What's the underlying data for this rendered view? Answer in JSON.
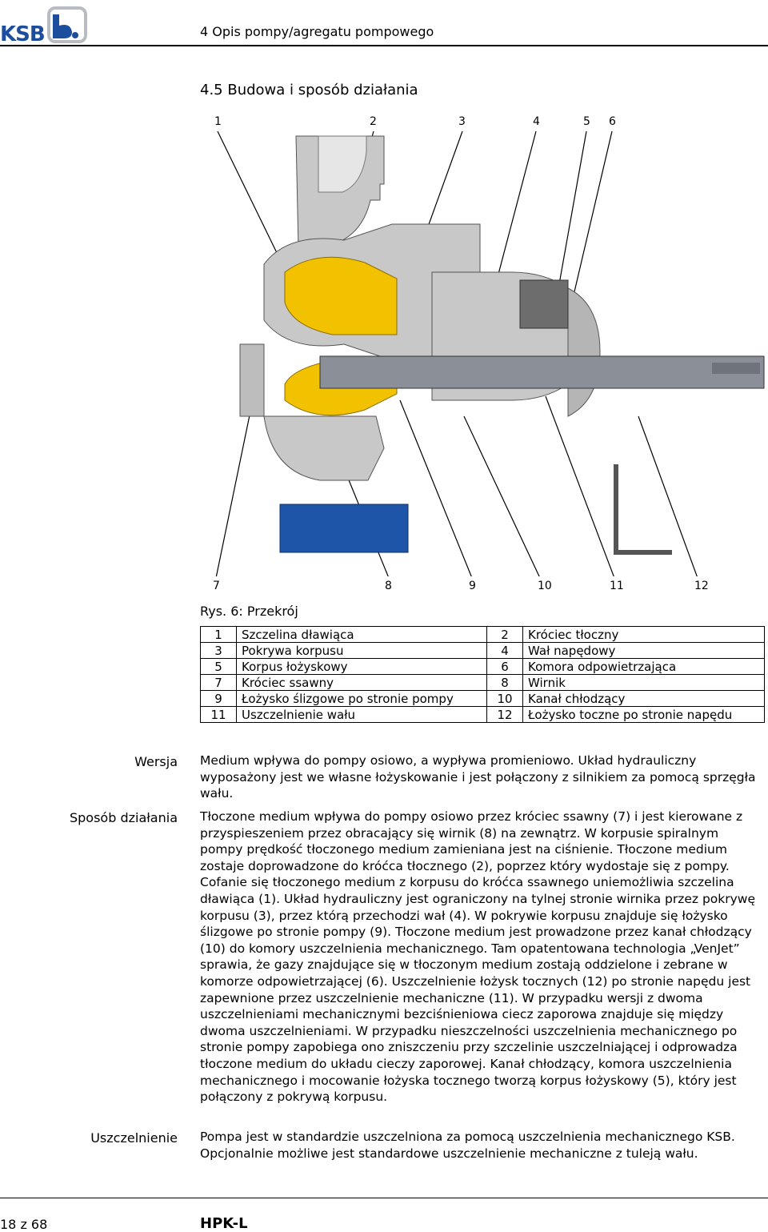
{
  "header": {
    "brand": "KSB",
    "title": "4 Opis pompy/agregatu pompowego"
  },
  "section_title": "4.5  Budowa i sposób działania",
  "figure": {
    "callouts_top": [
      "1",
      "2",
      "3",
      "4",
      "5",
      "6"
    ],
    "callouts_bottom": [
      "7",
      "8",
      "9",
      "10",
      "11",
      "12"
    ],
    "caption": "Rys. 6: Przekrój",
    "colors": {
      "impeller": "#f2c200",
      "casing": "#c8c8c8",
      "base": "#1f55a8",
      "shaft": "#8a8f98"
    }
  },
  "legend": [
    {
      "n1": "1",
      "t1": "Szczelina dławiąca",
      "n2": "2",
      "t2": "Króciec tłoczny"
    },
    {
      "n1": "3",
      "t1": "Pokrywa korpusu",
      "n2": "4",
      "t2": "Wał napędowy"
    },
    {
      "n1": "5",
      "t1": "Korpus łożyskowy",
      "n2": "6",
      "t2": "Komora odpowietrzająca"
    },
    {
      "n1": "7",
      "t1": "Króciec ssawny",
      "n2": "8",
      "t2": "Wirnik"
    },
    {
      "n1": "9",
      "t1": "Łożysko ślizgowe po stronie pompy",
      "n2": "10",
      "t2": "Kanał chłodzący"
    },
    {
      "n1": "11",
      "t1": "Uszczelnienie wału",
      "n2": "12",
      "t2": "Łożysko toczne po stronie napędu"
    }
  ],
  "sections": [
    {
      "label": "Wersja",
      "text": "Medium wpływa do pompy osiowo, a wypływa promieniowo. Układ hydrauliczny wyposażony jest we własne łożyskowanie i jest połączony z silnikiem za pomocą sprzęgła wału."
    },
    {
      "label": "Sposób działania",
      "text": "Tłoczone medium wpływa do pompy osiowo przez króciec ssawny (7) i jest kierowane z przyspieszeniem przez obracający się wirnik (8) na zewnątrz. W korpusie spiralnym pompy prędkość tłoczonego medium zamieniana jest na ciśnienie. Tłoczone medium zostaje doprowadzone do króćca tłocznego (2), poprzez który wydostaje się z pompy. Cofanie się tłoczonego medium z korpusu do króćca ssawnego uniemożliwia szczelina dławiąca (1). Układ hydrauliczny jest ograniczony na tylnej stronie wirnika przez pokrywę korpusu (3), przez którą przechodzi wał (4). W pokrywie korpusu znajduje się łożysko ślizgowe po stronie pompy (9). Tłoczone medium jest prowadzone przez kanał chłodzący (10) do komory uszczelnienia mechanicznego. Tam opatentowana technologia „VenJet” sprawia, że gazy znajdujące się w tłoczonym medium zostają oddzielone i zebrane w komorze odpowietrzającej (6). Uszczelnienie łożysk tocznych (12) po stronie napędu jest zapewnione przez uszczelnienie mechaniczne (11). W przypadku wersji z dwoma uszczelnieniami mechanicznymi bezciśnieniowa ciecz zaporowa znajduje się między dwoma uszczelnieniami. W przypadku nieszczelności uszczelnienia mechanicznego po stronie pompy zapobiega ono zniszczeniu przy szczelinie uszczelniającej i odprowadza tłoczone medium do układu cieczy zaporowej. Kanał chłodzący, komora uszczelnienia mechanicznego i mocowanie łożyska tocznego tworzą korpus łożyskowy (5), który jest połączony z pokrywą korpusu."
    },
    {
      "label": "Uszczelnienie",
      "text": "Pompa jest w standardzie uszczelniona za pomocą uszczelnienia mechanicznego KSB. Opcjonalnie możliwe jest standardowe uszczelnienie mechaniczne z tuleją wału."
    }
  ],
  "footer": {
    "page": "18 z 68",
    "product": "HPK-L"
  }
}
